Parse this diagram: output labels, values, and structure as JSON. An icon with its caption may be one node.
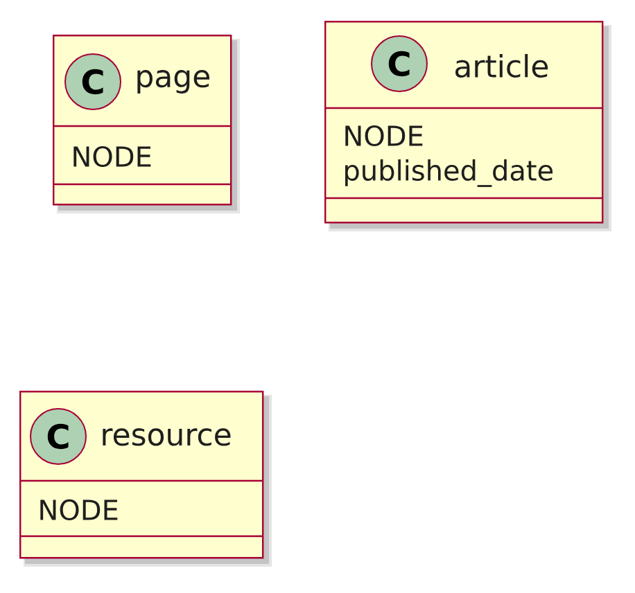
{
  "diagram": {
    "nodes": [
      {
        "text": [
          "page",
          "NODE"
        ]
      },
      {
        "text": [
          "C"
        ],
        "in": 0
      },
      {
        "text": [
          "article",
          "NODE",
          "published_date"
        ]
      },
      {
        "text": [
          "C"
        ],
        "in": 2
      },
      {
        "text": [
          "resource",
          "NODE"
        ]
      },
      {
        "text": [
          "C"
        ],
        "in": 4
      }
    ]
  }
}
